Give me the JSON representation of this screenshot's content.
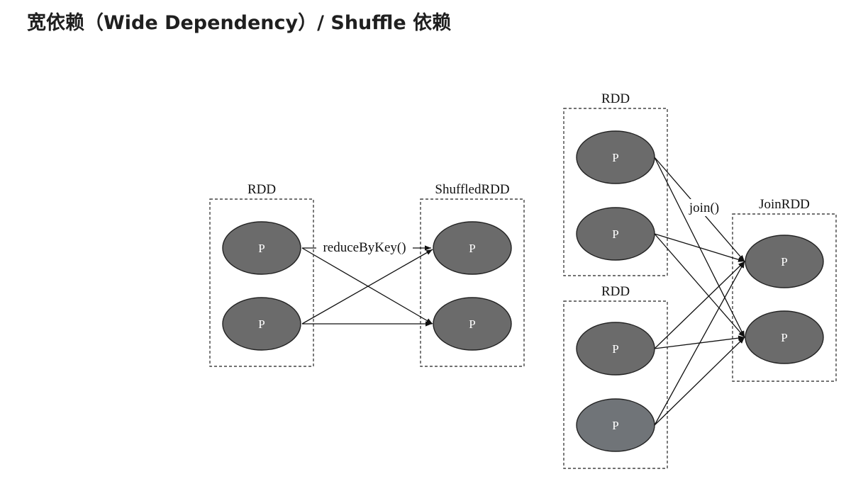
{
  "header": {
    "title": "宽依赖（Wide Dependency）/ Shuffle 依赖"
  },
  "diagram": {
    "node_label": "P",
    "left_group": {
      "source_label": "RDD",
      "target_label": "ShuffledRDD",
      "operation": "reduceByKey()"
    },
    "right_group": {
      "source_a_label": "RDD",
      "source_b_label": "RDD",
      "target_label": "JoinRDD",
      "operation": "join()"
    }
  }
}
